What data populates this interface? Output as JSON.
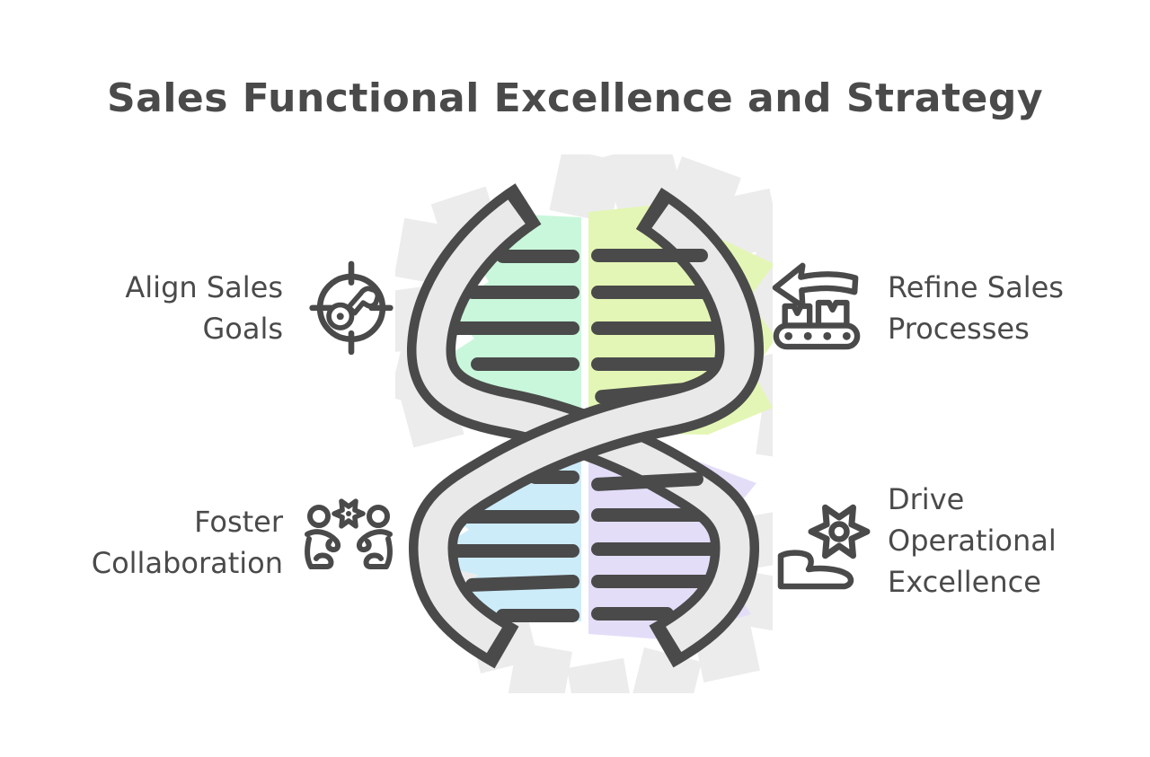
{
  "title": "Sales Functional Excellence and Strategy",
  "colors": {
    "ink": "#4a4a4a",
    "ribbon": "#e9e9e9",
    "scribble": "#ececec",
    "mint": "#c9f7dc",
    "lime": "#e4f6b5",
    "sky": "#cdecfa",
    "lavender": "#e4ddf8",
    "background": "#ffffff"
  },
  "center_graphic": {
    "icon": "dna-double-helix-icon",
    "segment_colors": [
      "mint",
      "lime",
      "sky",
      "lavender"
    ]
  },
  "quadrants": {
    "top_left": {
      "icon": "target-crosshair-key-icon",
      "lines": [
        "Align Sales",
        "Goals"
      ]
    },
    "top_right": {
      "icon": "conveyor-belt-arrow-icon",
      "lines": [
        "Refine Sales",
        "Processes"
      ]
    },
    "bottom_left": {
      "icon": "collaboration-people-icon",
      "lines": [
        "Foster",
        "Collaboration"
      ]
    },
    "bottom_right": {
      "icon": "gear-boot-icon",
      "lines": [
        "Drive",
        "Operational",
        "Excellence"
      ]
    }
  }
}
